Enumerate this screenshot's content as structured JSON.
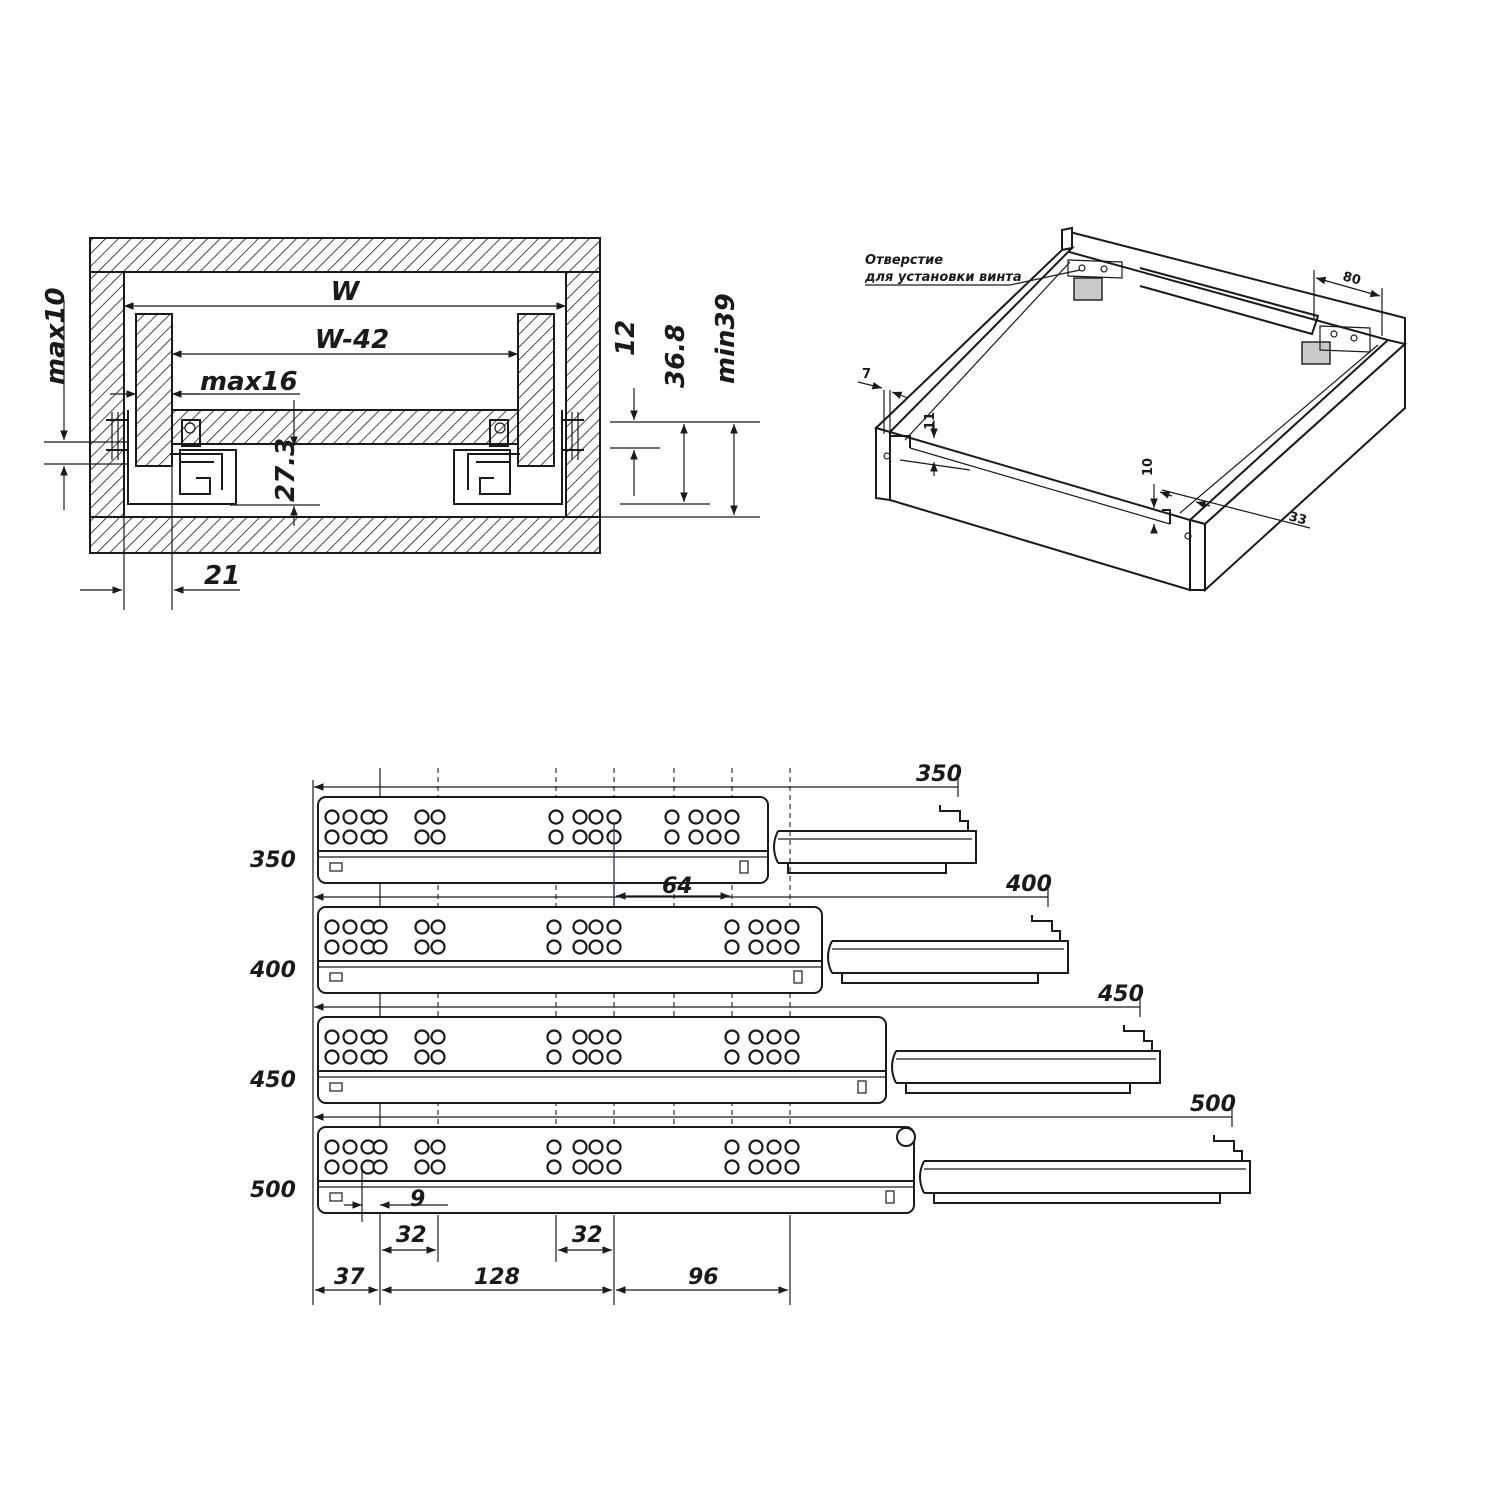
{
  "section_view": {
    "labels": {
      "w": "W",
      "w42": "W-42",
      "max16": "max16",
      "max10": "max10",
      "h12": "12",
      "h368": "36.8",
      "min39": "min39",
      "h273": "27.3",
      "d21": "21"
    }
  },
  "iso_view": {
    "note_line1": "Отверстие",
    "note_line2": "для установки винта",
    "labels": {
      "d80": "80",
      "d7": "7",
      "d11": "11",
      "d10": "10",
      "d33": "33"
    }
  },
  "slides": [
    {
      "length": "350",
      "row_label": "350",
      "overall_label": "350"
    },
    {
      "length": "400",
      "row_label": "400",
      "overall_label": "400"
    },
    {
      "length": "450",
      "row_label": "450",
      "overall_label": "450"
    },
    {
      "length": "500",
      "row_label": "500",
      "overall_label": "500"
    }
  ],
  "slide_dims": {
    "d64": "64",
    "d9": "9",
    "d32a": "32",
    "d32b": "32",
    "d37": "37",
    "d128": "128",
    "d96": "96"
  }
}
